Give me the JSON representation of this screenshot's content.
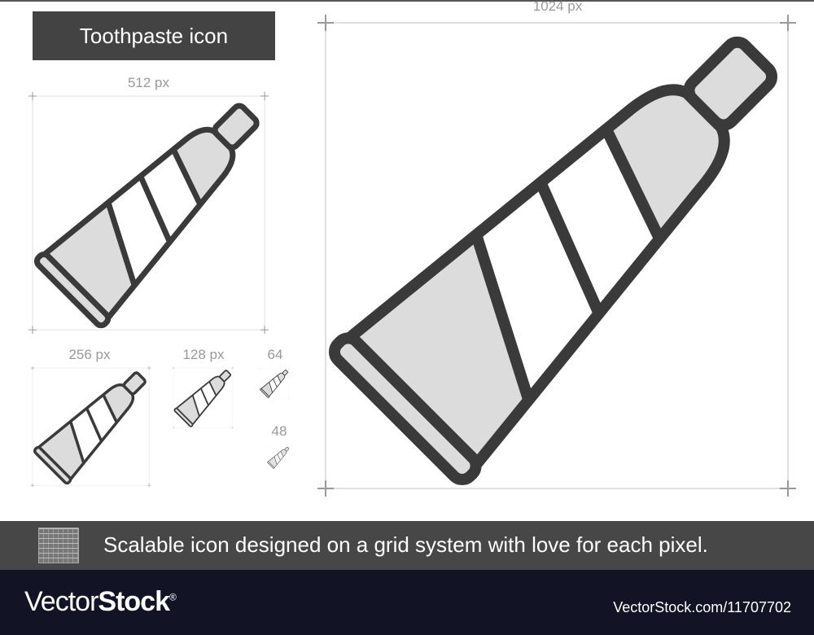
{
  "title": "Toothpaste icon",
  "sizes": {
    "s1024": "1024 px",
    "s512": "512 px",
    "s256": "256 px",
    "s128": "128 px",
    "s64": "64",
    "s48": "48"
  },
  "band": {
    "text": "Scalable icon designed on a grid system with love for each pixel.",
    "icon": "pixel-grid-icon"
  },
  "footer": {
    "logo_light": "Vector",
    "logo_bold": "Stock",
    "logo_mark": "®",
    "image_id": "VectorStock.com/11707702"
  },
  "colors": {
    "stroke": "#3a3a3a",
    "fill": "#dcdcdc",
    "title_bg": "#434343",
    "band_bg": "#474747",
    "footer_bg": "#131326"
  }
}
